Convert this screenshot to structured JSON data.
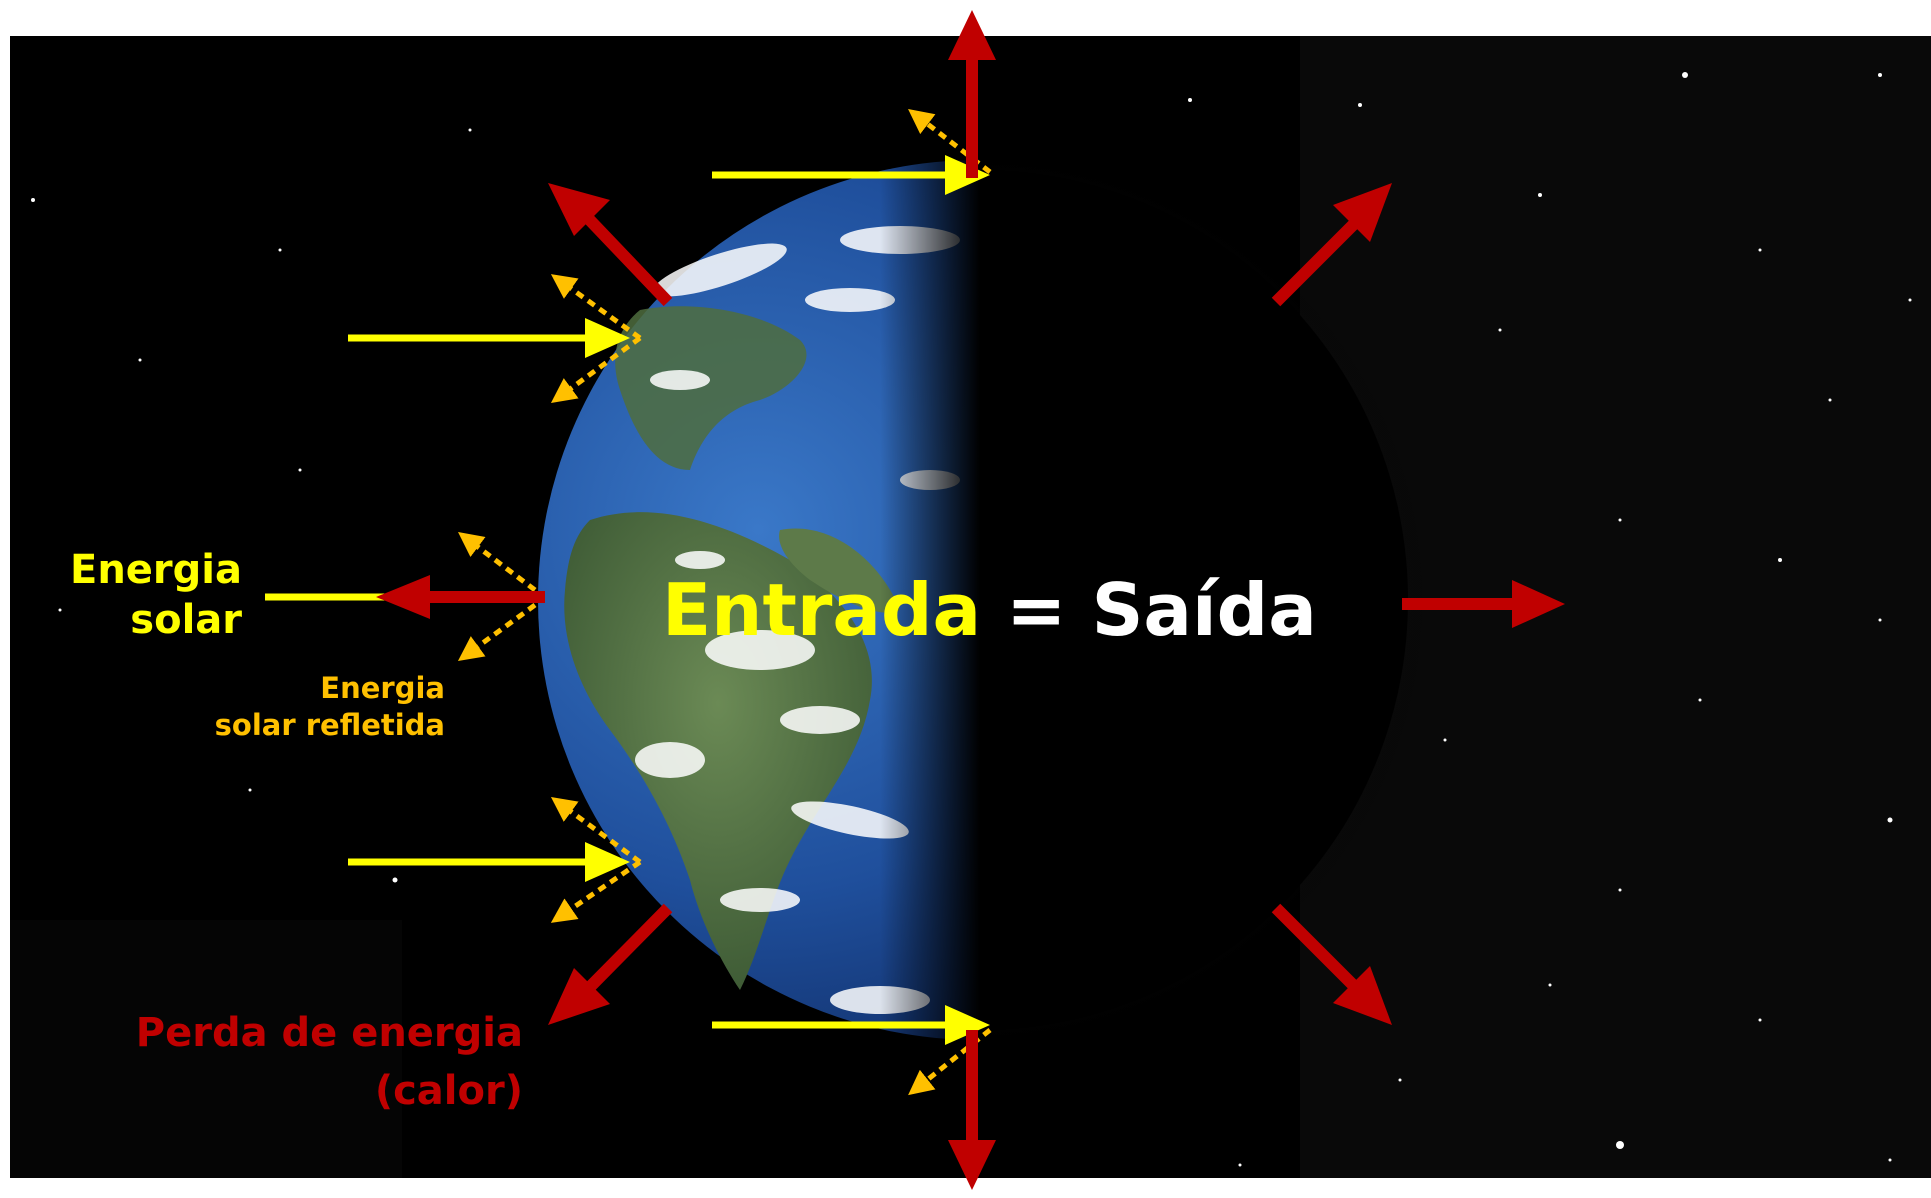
{
  "labels": {
    "solar_in_line1": "Energia",
    "solar_in_line2": "solar",
    "reflected_line1": "Energia",
    "reflected_line2": "solar refletida",
    "loss_line1": "Perda de energia",
    "loss_line2": "(calor)",
    "balance_in": "Entrada",
    "balance_eq": "=",
    "balance_out": "Saída"
  },
  "colors": {
    "solar": "#ffff00",
    "reflected": "#ffc000",
    "heat_loss": "#c00000",
    "space": "#000000",
    "ocean": "#1f4f9c",
    "text_light": "#ffffff"
  },
  "icons": {
    "solar_arrow": "solid-right-arrow",
    "reflected_arrow": "dotted-diagonal-arrow",
    "heat_arrow": "thick-outward-arrow",
    "planet": "earth-half-lit"
  }
}
